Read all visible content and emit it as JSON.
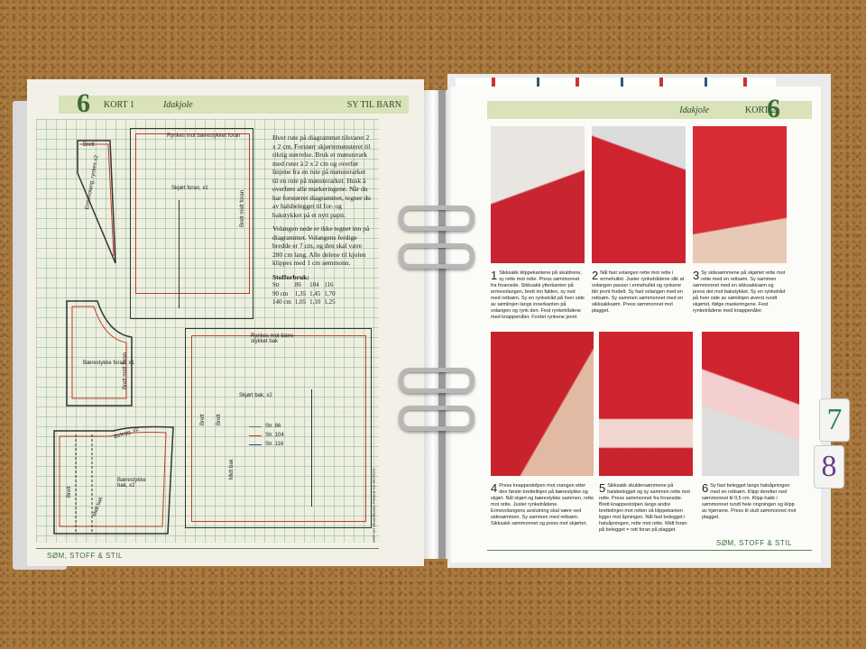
{
  "left": {
    "num": "6",
    "kort": "KORT 1",
    "title": "Idakjole",
    "category": "SY TIL BARN",
    "pattern_labels": {
      "brett": "Brett",
      "ermevolang": "Ermevolang, rynkes x2",
      "rynkes_foran": "Rynkes mot bærestykket foran",
      "skjort_foran": "Skjørt foran, x1",
      "brett_midt_foran": "Brett midt foran",
      "baerestykke_foran": "Bærestykke foran, x1",
      "brett_midt_foran2": "Brett midt foran",
      "rynkes_bak": "Rynkes mot bære-stykket bak",
      "skjort_bak": "Skjørt bak, x2",
      "midt_bak": "Midt bak",
      "belegg": "Belegg, x2",
      "baerestykke_bak": "Bærestykke bak, x2",
      "midt_bak2": "Midt bak"
    },
    "sizes": [
      "Str. 86",
      "Str. 104",
      "Str. 116"
    ],
    "size_colors": [
      "#3d8a3d",
      "#c0392b",
      "#2c3e8a"
    ],
    "instructions": {
      "p1": "Hver rute på diagrammet tilsvarer 2 x 2 cm. Forstørr skjørtemønsteret til riktig størrelse. Bruk et mønsterark med ruter à 2 x 2 cm og overfør linjene fra en rute på mønsterarket til en rute på mønsterarket. Husk å overføre alle markeringene. Når du har forstørret diagrammet, tegner du av halsbelegget til for- og bakstykket på et nytt papir.",
      "p2": "Volangen nede er ikke tegnet inn på diagrammet. Volangens ferdige bredde er 7 cm, og den skal være 280 cm lang. Alle delene til kjolen klippes med 1 cm sømmonn."
    },
    "fabric": {
      "title": "Stofforbruk:",
      "header": [
        "Str",
        "86",
        "104",
        "116"
      ],
      "rows": [
        [
          "90 cm",
          "1,35",
          "1,45",
          "1,70"
        ],
        [
          "140 cm",
          "1,05",
          "1,10",
          "1,25"
        ]
      ]
    },
    "footer": "SØM, STOFF & STIL",
    "vertical_credit": "ARP Art Skandinavia Printed AS MOROS"
  },
  "right": {
    "num": "6",
    "title": "Idakjole",
    "kort": "KORT 2",
    "steps": [
      {
        "n": "1",
        "text": "Sikksakk klippekantene på skuldrene, sy rette mot rette. Press sømmonnet fra foranside. Sikksakk ytterkanten på ermevolangen, brett inn falden, sy ned med rettsøm. Sy en rynketråd på hver side av sømlinjen langs innerkanten på volangen og rynk den. Fest rynketrådene med knappenåler. Fordel rynkene jevnt."
      },
      {
        "n": "2",
        "text": "Nål fast volangen rette mot rette i ermehullet. Juster rynketrådene slik at volangen passer i ermehullet og rynkene blir jevnt fordelt. Sy fast volangen med en rettsøm. Sy sammen sømmonnet med en sikksakksøm. Press sømmonnet mot plagget."
      },
      {
        "n": "3",
        "text": "Sy sidesømmene på skjørtet rette mot rette med en rettsøm. Sy sammen sømmonnet med en sikksakksøm og press det mot bakstykket. Sy en rynketråd på hver side av sømlinjen øverst rundt skjørtet, ifølge markeringene. Fest rynketrådene med knappenåler."
      },
      {
        "n": "4",
        "text": "Press knappestolpen mot vrangen etter den første brettelinjen på bærestykke og skjørt. Nål skjørt og bærestykke sammen, rette mot rette. Juster rynketrådene. Ermevolangens avslutning skal være ved sidesømmen. Sy sammen med rettsøm. Sikksakk sømmonnet og press mot skjørtet."
      },
      {
        "n": "5",
        "text": "Sikksakk skuldersømmene på halsbelegget og sy sammen rette mot rette. Press sømmonnet fra foranside. Brett knappestolpen langs andre brettelinjen mot retten så klippekanten ligger mot åpningen. Nål fast belegget i halsåpningen, rette mot rette. Midt foran på belegget = rett foran på plagget."
      },
      {
        "n": "6",
        "text": "Sy fast belegget langs halsåpningen med en rettsøm. Klipp deretter ned sømmonnet til 0,5 cm. Klipp hakk i sømmonnet rundt hele ringningen og klipp av hjørnene. Press til slutt sømmonnet mot plagget."
      }
    ],
    "footer": "SØM, STOFF & STIL"
  },
  "tabs": [
    "7",
    "8"
  ]
}
